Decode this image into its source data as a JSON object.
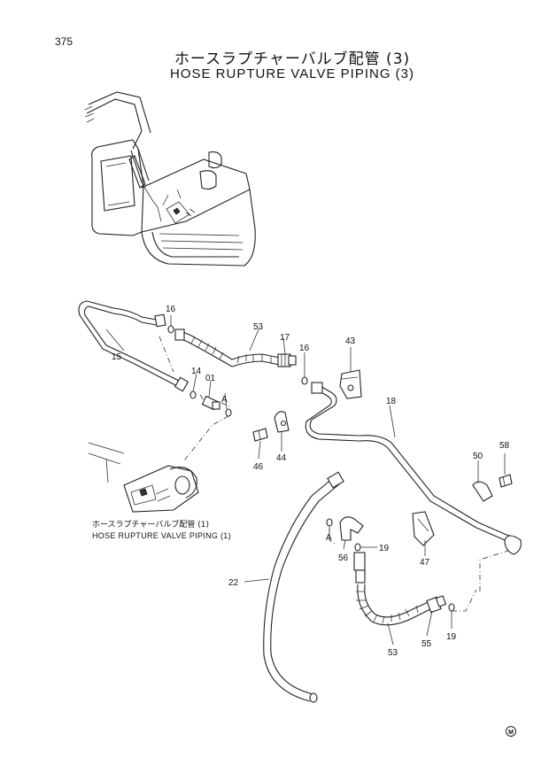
{
  "page": {
    "number": "375",
    "title_jp": "ホースラプチャーバルブ配管 (3)",
    "title_en": "HOSE RUPTURE VALVE PIPING (3)"
  },
  "reference": {
    "label_jp": "ホースラプチャーバルブ配管 (1)",
    "label_en": "HOSE RUPTURE VALVE PIPING (1)"
  },
  "callouts": {
    "c15": "15",
    "c16a": "16",
    "c53a": "53",
    "c17": "17",
    "c16b": "16",
    "c43": "43",
    "c14": "14",
    "c01": "01",
    "cA1": "A",
    "c18": "18",
    "c46": "46",
    "c44": "44",
    "c50": "50",
    "c58": "58",
    "cA2": "A",
    "c19a": "19",
    "c56": "56",
    "c47": "47",
    "c22": "22",
    "c53b": "53",
    "c55": "55",
    "c19b": "19"
  },
  "mark": "M"
}
